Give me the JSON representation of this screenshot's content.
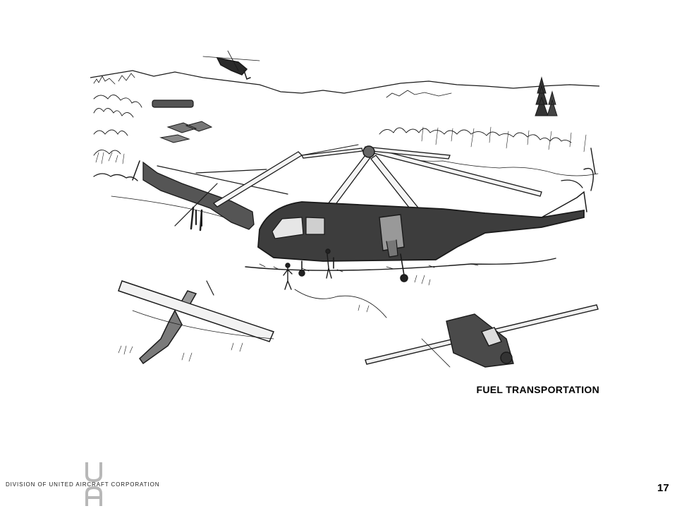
{
  "illustration": {
    "description_icon": "helicopter-refuel-scene"
  },
  "caption": "FUEL TRANSPORTATION",
  "footer": {
    "division_text": "DIVISION OF UNITED AIRCRAFT CORPORATION",
    "logo_text": "UA"
  },
  "page_number": "17",
  "colors": {
    "ink": "#1a1a1a",
    "logo_gray": "#b8b8b8",
    "background": "#ffffff"
  }
}
